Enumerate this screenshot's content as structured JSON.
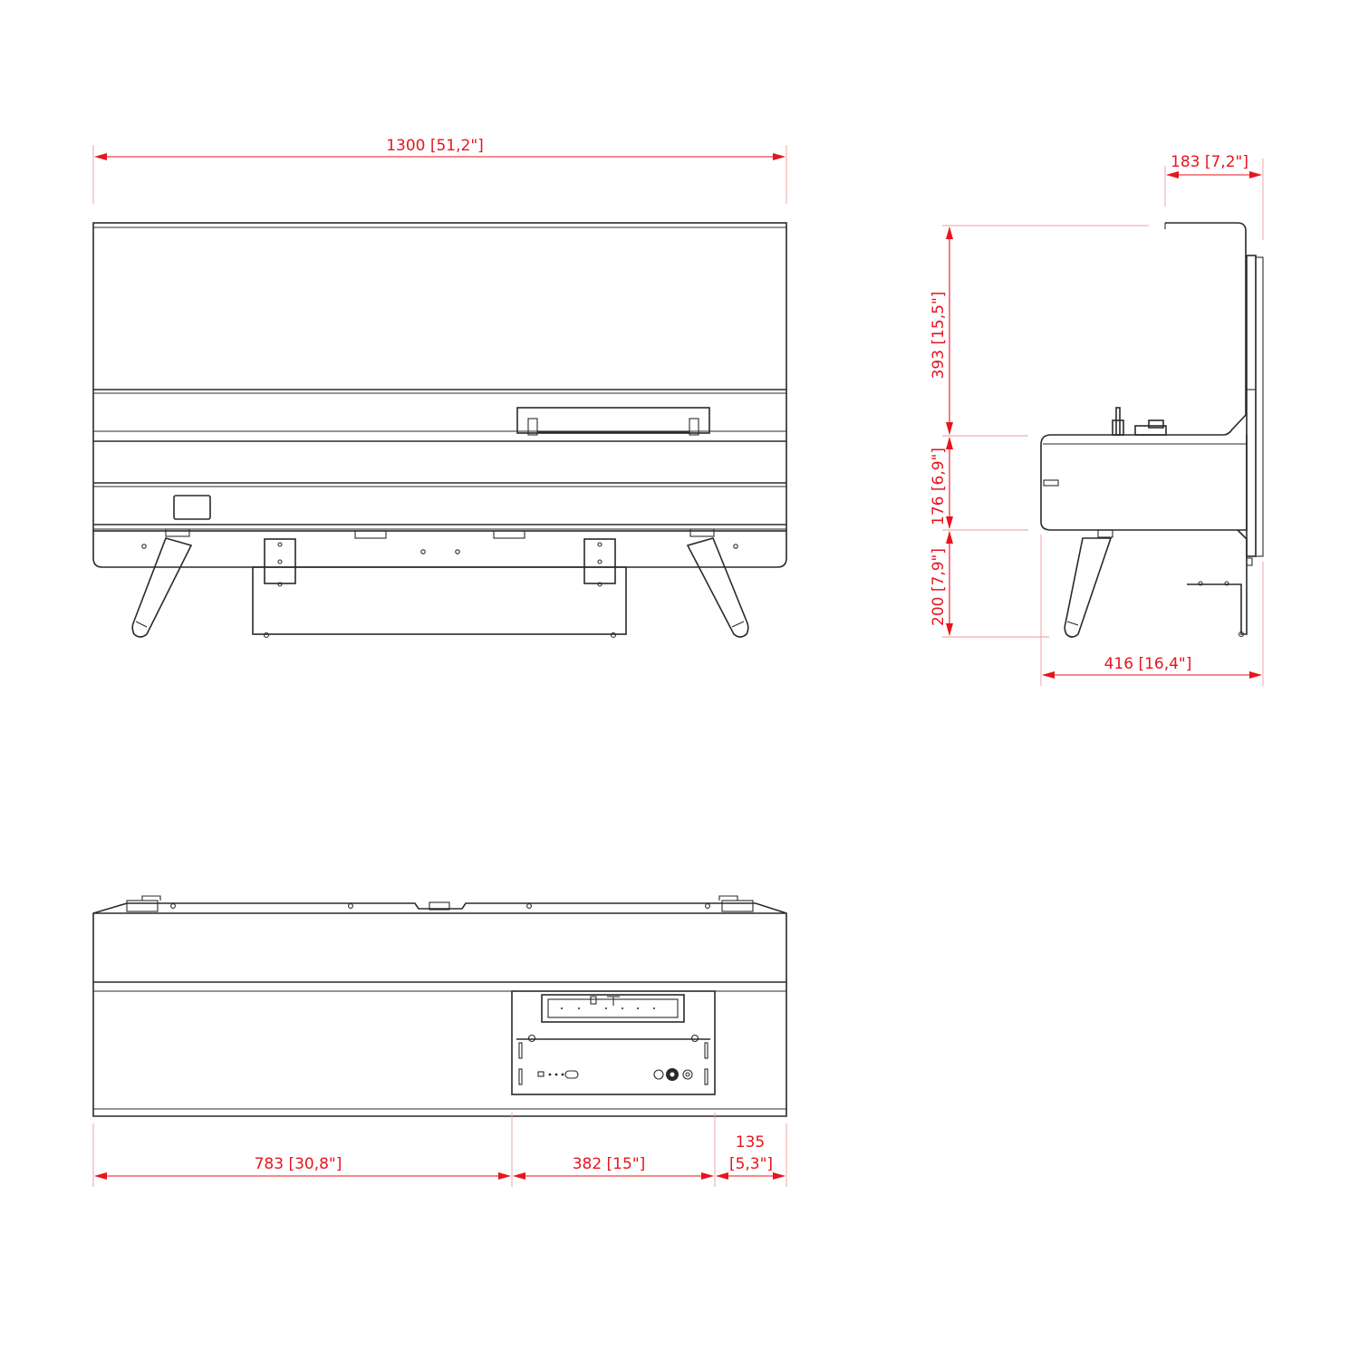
{
  "colors": {
    "dimension": "#e8141e",
    "extension": "#f09a9e",
    "outline": "#2a2a2a"
  },
  "front_view": {
    "width_label": "1300 [51,2\"]"
  },
  "side_view": {
    "depth_top_label": "183 [7,2\"]",
    "upper_height_label": "393 [15,5\"]",
    "mid_height_label": "176 [6,9\"]",
    "leg_height_label": "200 [7,9\"]",
    "depth_label": "416 [16,4\"]"
  },
  "top_view": {
    "left_offset_label": "783 [30,8\"]",
    "panel_width_label": "382 [15\"]",
    "right_offset_value": "135",
    "right_offset_imperial": "[5,3\"]"
  }
}
